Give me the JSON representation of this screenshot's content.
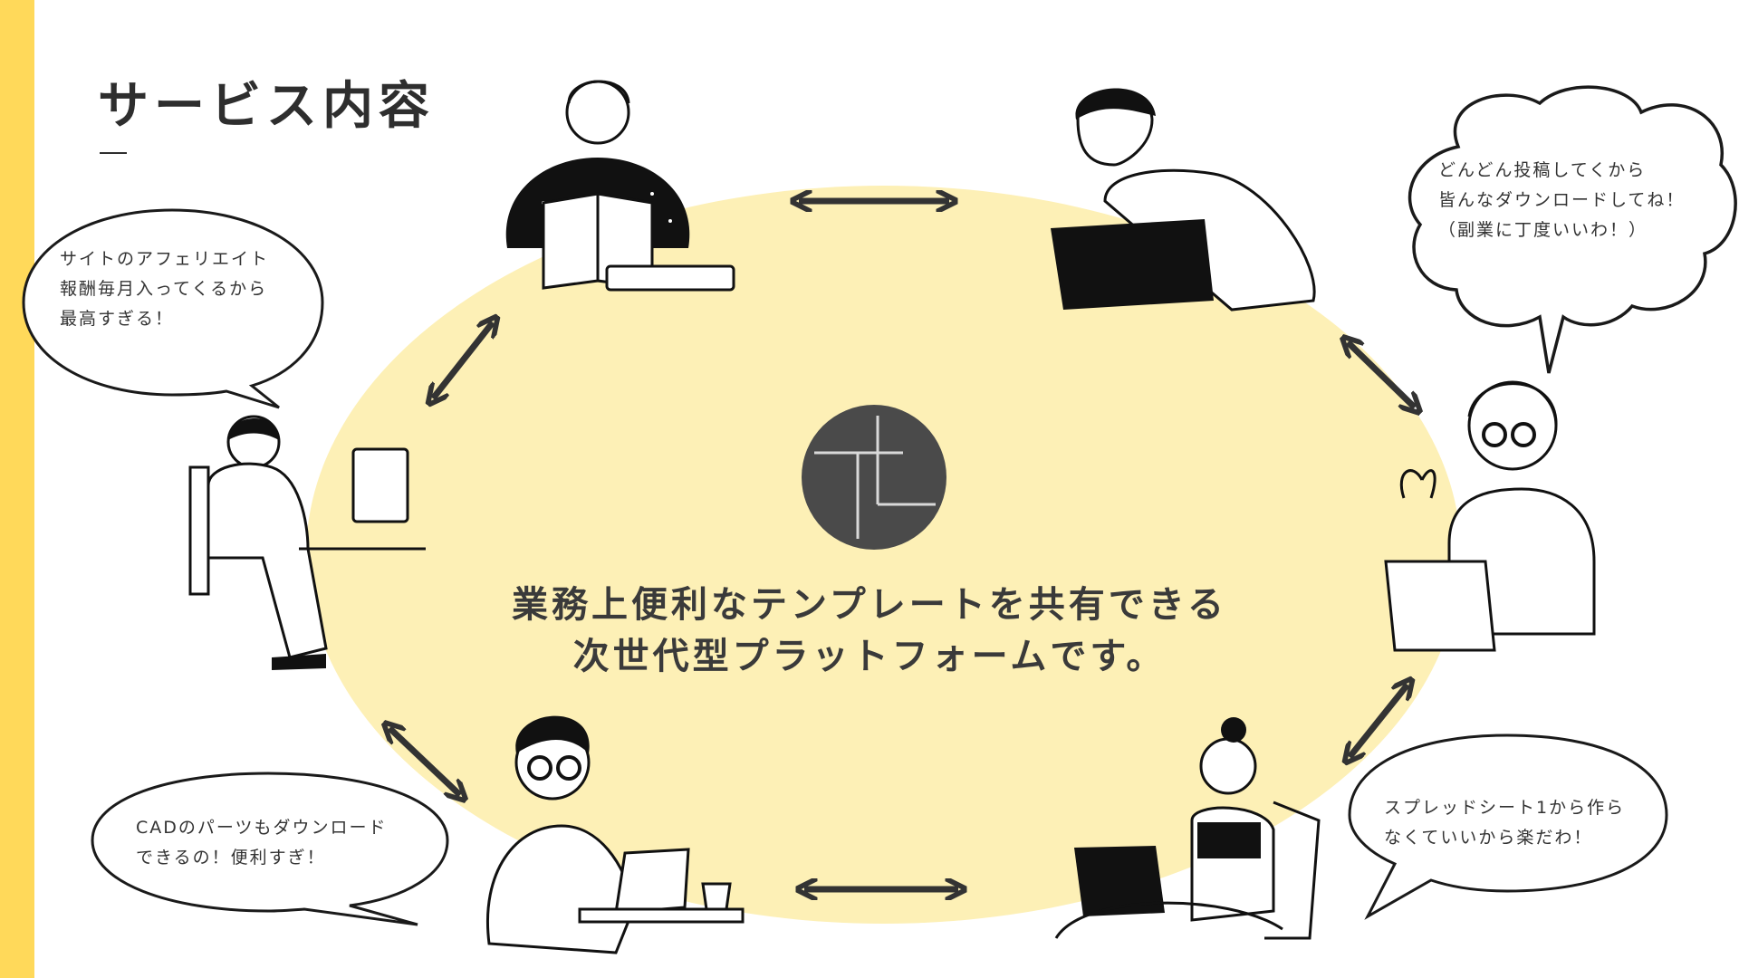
{
  "slide": {
    "title": "サービス内容",
    "accent_color": "#FFD95A",
    "ellipse_color": "#FDF0B6",
    "logo_color": "#4A4A4A"
  },
  "center": {
    "logo_icon": "tl-logo-icon",
    "tagline": [
      "業務上便利なテンプレートを共有できる",
      "次世代型プラットフォームです。"
    ]
  },
  "bubbles": {
    "affiliate": [
      "サイトのアフェリエイト",
      "報酬毎月入ってくるから",
      "最高すぎる！"
    ],
    "download": [
      "どんどん投稿してくから",
      "皆んなダウンロードしてね！",
      "（副業に丁度いいわ！）"
    ],
    "cad": [
      "CADのパーツもダウンロード",
      "できるの！便利すぎ！"
    ],
    "spreadsheet": [
      "スプレッドシート1から作ら",
      "なくていいから楽だわ！"
    ]
  },
  "icons": {
    "people": [
      "reading-man-icon",
      "laptop-man-icon",
      "glasses-woman-icon",
      "sitting-woman-icon",
      "glasses-man-icon",
      "desk-man-icon"
    ],
    "arrows": "double-arrow-icon"
  }
}
